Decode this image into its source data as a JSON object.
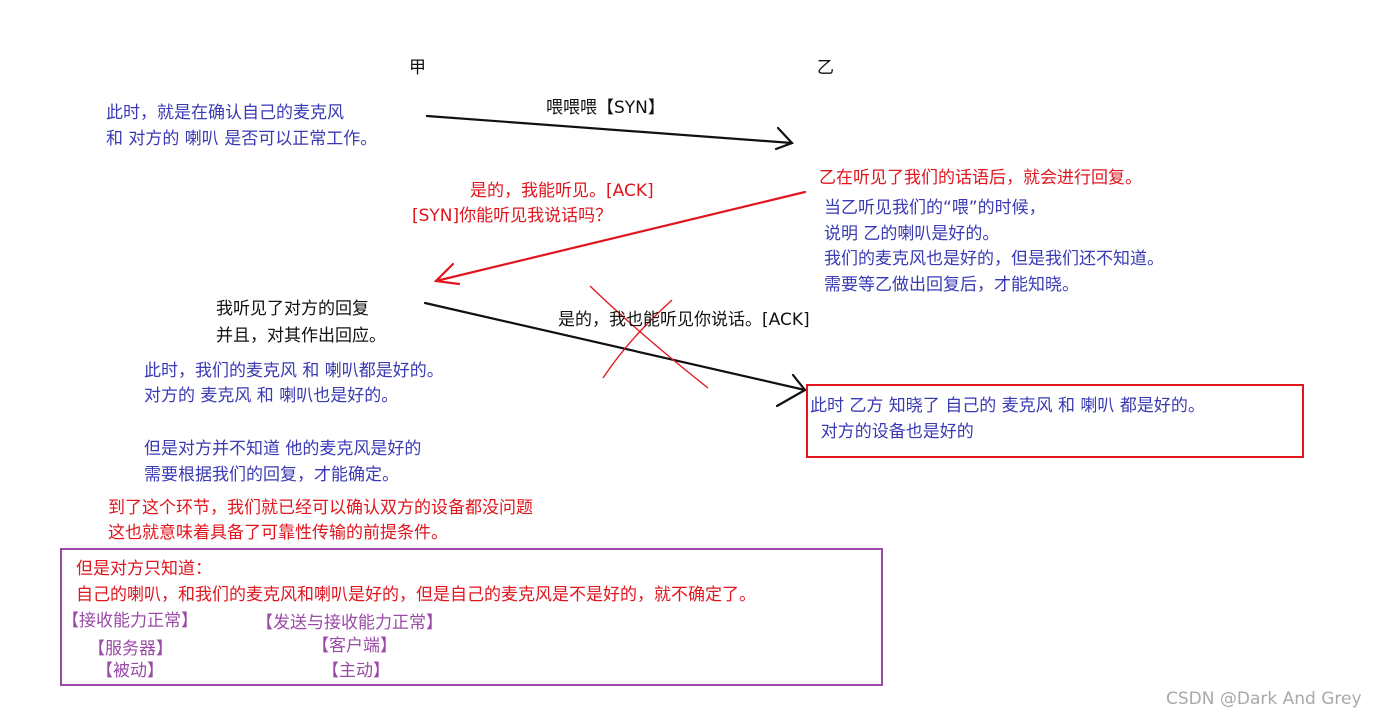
{
  "parties": {
    "left": "甲",
    "right": "乙"
  },
  "step1": {
    "left_note": [
      "此时，就是在确认自己的麦克风",
      "和 对方的 喇叭 是否可以正常工作。"
    ],
    "arrow_label": "喂喂喂【SYN】"
  },
  "step2": {
    "arrow_label": [
      "是的，我能听见。[ACK]",
      "[SYN]你能听见我说话吗？"
    ],
    "right_red": "乙在听见了我们的话语后，就会进行回复。",
    "right_blue": [
      "当乙听见我们的“喂”的时候，",
      "说明 乙的喇叭是好的。",
      "我们的麦克风也是好的，但是我们还不知道。",
      "需要等乙做出回复后，才能知晓。"
    ]
  },
  "step3": {
    "left_note": [
      "我听见了对方的回复",
      "并且，对其作出回应。"
    ],
    "arrow_label": "是的，我也能听见你说话。[ACK]",
    "left_blue_a": [
      "此时，我们的麦克风 和 喇叭都是好的。",
      "对方的 麦克风 和 喇叭也是好的。"
    ],
    "left_blue_b": [
      "但是对方并不知道 他的麦克风是好的",
      "需要根据我们的回复，才能确定。"
    ],
    "right_box": [
      "此时 乙方 知晓了 自己的 麦克风 和 喇叭 都是好的。",
      "  对方的设备也是好的"
    ]
  },
  "conclusion_red": [
    "到了这个环节，我们就已经可以确认双方的设备都没问题",
    "这也就意味着具备了可靠性传输的前提条件。"
  ],
  "purple_box": {
    "title": "但是对方只知道：",
    "line": "自己的喇叭，和我们的麦克风和喇叭是好的，但是自己的麦克风是不是好的，就不确定了。",
    "server": {
      "ability": "【接收能力正常】",
      "role": "【服务器】",
      "mode": "【被动】"
    },
    "client": {
      "ability": "【发送与接收能力正常】",
      "role": "【客户端】",
      "mode": "【主动】"
    }
  },
  "watermark": "CSDN @Dark And Grey",
  "colors": {
    "blue_text": "#3a3ab4",
    "red": "#e0151e",
    "purple": "#9b4aa8",
    "black": "#111111"
  }
}
